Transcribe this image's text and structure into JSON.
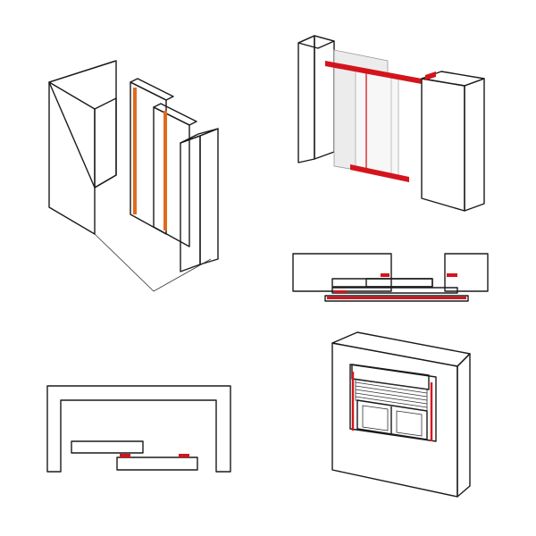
{
  "colors": {
    "accent_red": "#d4141c",
    "accent_orange": "#e06a1c",
    "outline": "#1a1a1a",
    "panel_light": "#f2f2f2",
    "panel_mid": "#dcdcdc",
    "panel_dark": "#b9b9b9",
    "glass": "#e9e9e9",
    "background": "#ffffff"
  },
  "illustrations": [
    {
      "id": "corner-sliding-door-iso",
      "icon": "corner-sliding-door-illustration"
    },
    {
      "id": "sliding-door-track-iso",
      "icon": "sliding-door-track-illustration"
    },
    {
      "id": "sliding-door-plan-section",
      "icon": "plan-section-illustration"
    },
    {
      "id": "wall-opening-plan-section",
      "icon": "wall-section-illustration"
    },
    {
      "id": "roller-shutter-window",
      "icon": "roller-shutter-window-illustration"
    }
  ]
}
